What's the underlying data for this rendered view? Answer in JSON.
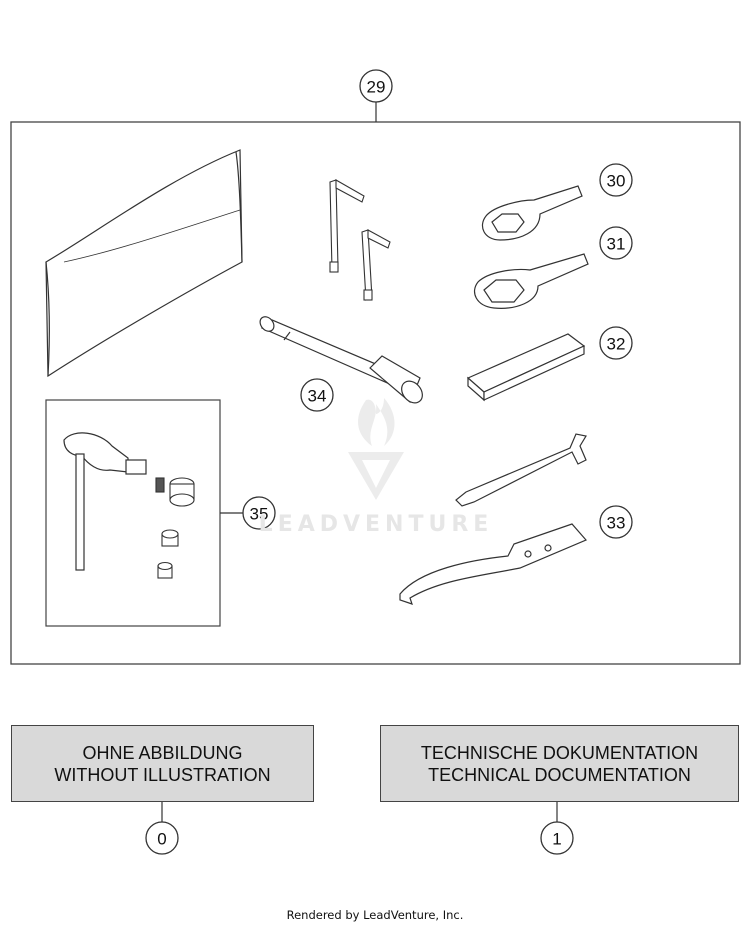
{
  "callouts": {
    "c29": "29",
    "c30": "30",
    "c31": "31",
    "c32": "32",
    "c33": "33",
    "c34": "34",
    "c35": "35",
    "c0": "0",
    "c1": "1"
  },
  "boxes": {
    "left": {
      "line1": "OHNE ABBILDUNG",
      "line2": "WITHOUT ILLUSTRATION"
    },
    "right": {
      "line1": "TECHNISCHE DOKUMENTATION",
      "line2": "TECHNICAL DOCUMENTATION"
    }
  },
  "watermark": "LEADVENTURE",
  "footer": "Rendered by LeadVenture, Inc.",
  "colors": {
    "line": "#333333",
    "box_fill": "#d9d9d9",
    "tool_fill": "#ffffff"
  }
}
